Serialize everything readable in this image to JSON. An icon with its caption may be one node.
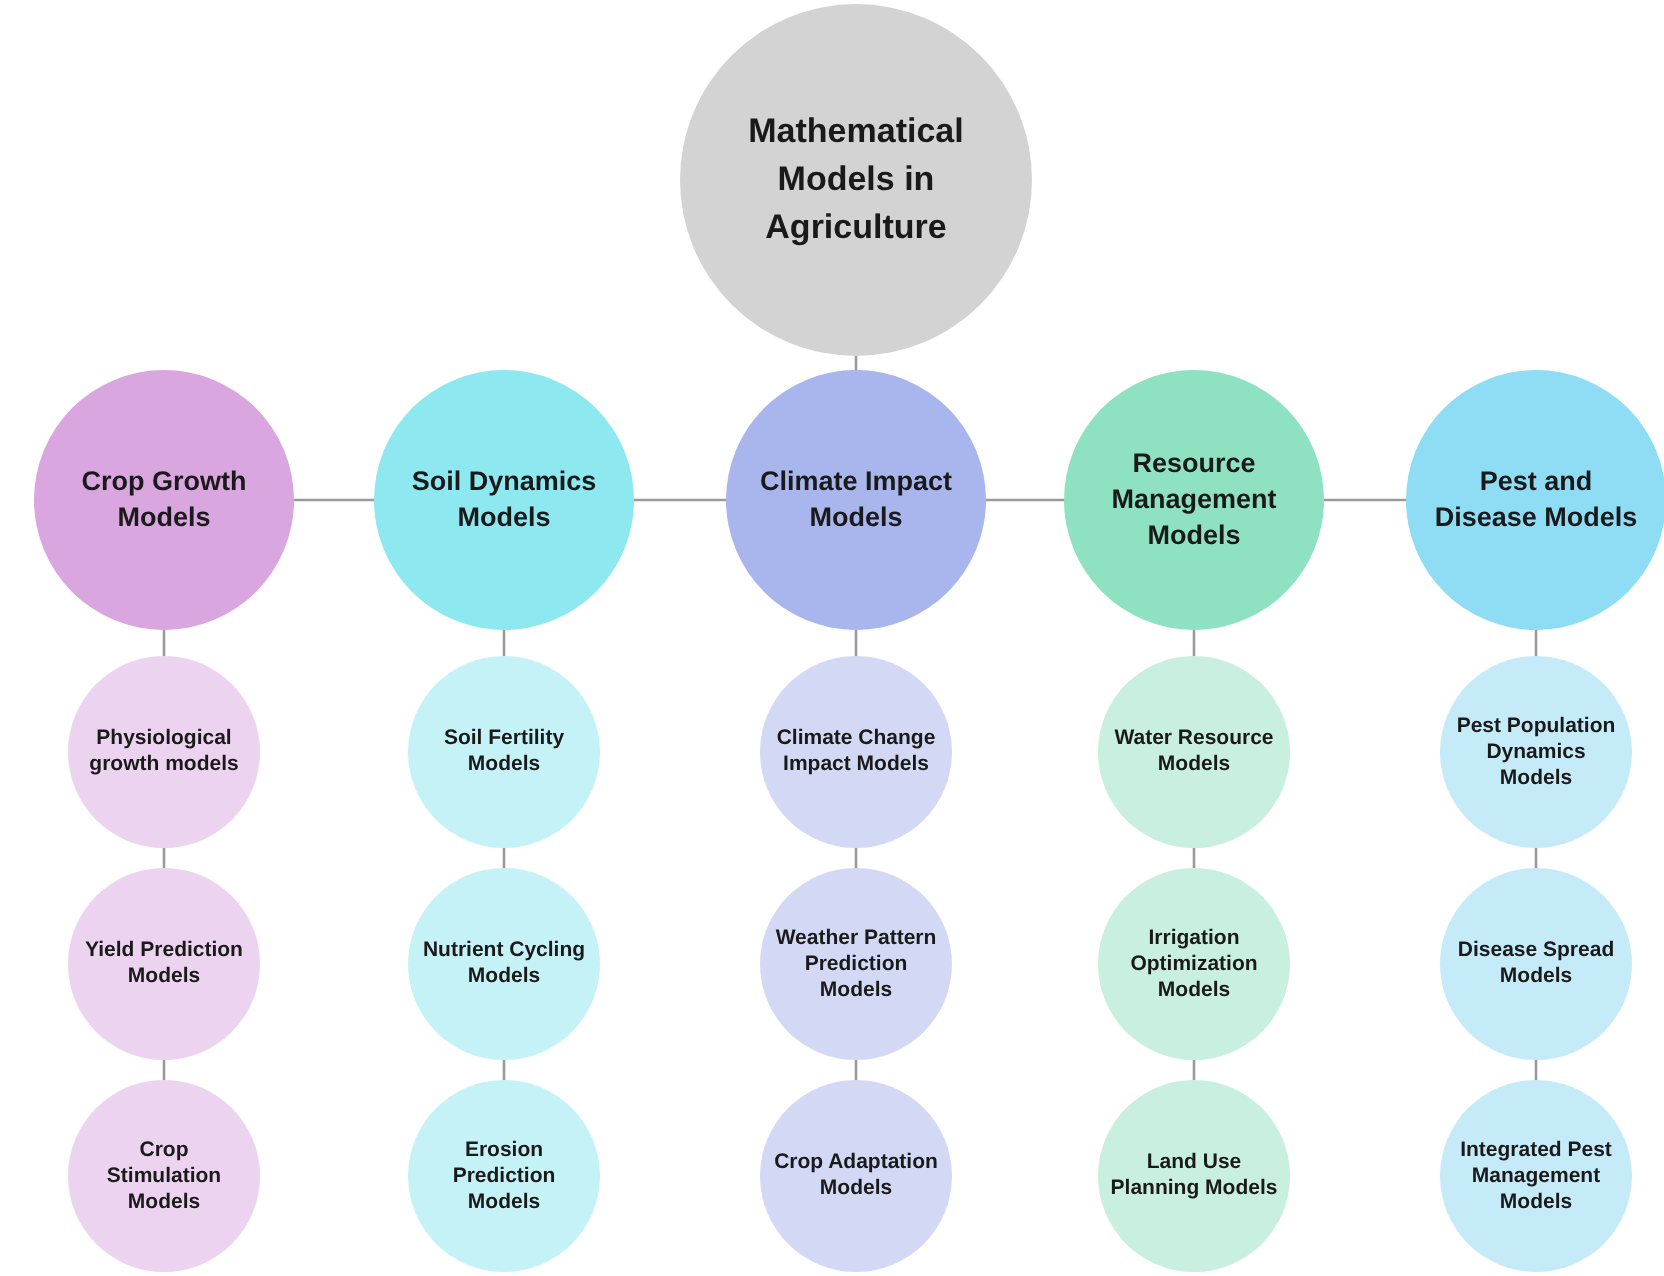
{
  "diagram": {
    "nodes": [
      {
        "text": [
          "Mathematical Models in Agriculture"
        ]
      },
      {
        "text": [
          "Crop Growth Models"
        ]
      },
      {
        "text": [
          "Soil Dynamics Models"
        ]
      },
      {
        "text": [
          "Climate Impact Models"
        ]
      },
      {
        "text": [
          "Resource Management Models"
        ]
      },
      {
        "text": [
          "Pest and Disease Models"
        ]
      },
      {
        "text": [
          "Physiological growth models"
        ]
      },
      {
        "text": [
          "Yield Prediction Models"
        ]
      },
      {
        "text": [
          "Crop Stimulation Models"
        ]
      },
      {
        "text": [
          "Soil Fertility Models"
        ]
      },
      {
        "text": [
          "Nutrient Cycling Models"
        ]
      },
      {
        "text": [
          "Erosion Prediction Models"
        ]
      },
      {
        "text": [
          "Climate Change Impact Models"
        ]
      },
      {
        "text": [
          "Weather Pattern Prediction Models"
        ]
      },
      {
        "text": [
          "Crop Adaptation Models"
        ]
      },
      {
        "text": [
          "Water Resource Models"
        ]
      },
      {
        "text": [
          "Irrigation Optimization Models"
        ]
      },
      {
        "text": [
          "Land Use Planning Models"
        ]
      },
      {
        "text": [
          "Pest Population Dynamics Models"
        ]
      },
      {
        "text": [
          "Disease Spread Models"
        ]
      },
      {
        "text": [
          "Integrated Pest Management Models"
        ]
      }
    ],
    "edges": [
      {
        "from": 0,
        "to": 3,
        "arrow": "none"
      },
      {
        "from": 1,
        "to": 2,
        "arrow": "none"
      },
      {
        "from": 2,
        "to": 3,
        "arrow": "none"
      },
      {
        "from": 3,
        "to": 4,
        "arrow": "none"
      },
      {
        "from": 4,
        "to": 5,
        "arrow": "none"
      },
      {
        "from": 1,
        "to": 6,
        "arrow": "none"
      },
      {
        "from": 6,
        "to": 7,
        "arrow": "none"
      },
      {
        "from": 7,
        "to": 8,
        "arrow": "none"
      },
      {
        "from": 2,
        "to": 9,
        "arrow": "none"
      },
      {
        "from": 9,
        "to": 10,
        "arrow": "none"
      },
      {
        "from": 10,
        "to": 11,
        "arrow": "none"
      },
      {
        "from": 3,
        "to": 12,
        "arrow": "none"
      },
      {
        "from": 12,
        "to": 13,
        "arrow": "none"
      },
      {
        "from": 13,
        "to": 14,
        "arrow": "none"
      },
      {
        "from": 4,
        "to": 15,
        "arrow": "none"
      },
      {
        "from": 15,
        "to": 16,
        "arrow": "none"
      },
      {
        "from": 16,
        "to": 17,
        "arrow": "none"
      },
      {
        "from": 5,
        "to": 18,
        "arrow": "none"
      },
      {
        "from": 18,
        "to": 19,
        "arrow": "none"
      },
      {
        "from": 19,
        "to": 20,
        "arrow": "none"
      }
    ]
  }
}
